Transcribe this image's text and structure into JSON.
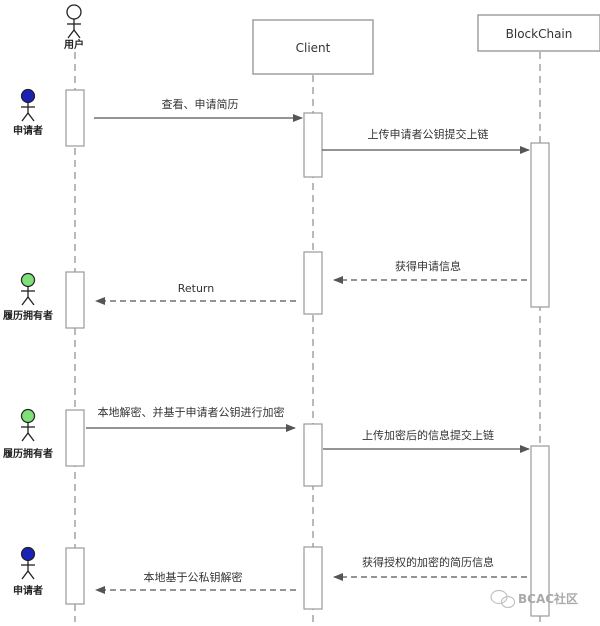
{
  "header": {
    "user_actor": "用户",
    "client": "Client",
    "blockchain": "BlockChain"
  },
  "actors": {
    "a1": "申请者",
    "a2": "履历拥有者",
    "a3": "履历拥有者",
    "a4": "申请者"
  },
  "colors": {
    "applicant": "#1a22b5",
    "owner": "#7fe07a",
    "user": "#ffffff"
  },
  "messages": {
    "m1": "查看、申请简历",
    "m2": "上传申请者公钥提交上链",
    "m3": "获得申请信息",
    "m4": "Return",
    "m5": "本地解密、并基于申请者公钥进行加密",
    "m6": "上传加密后的信息提交上链",
    "m7": "获得授权的加密的简历信息",
    "m8": "本地基于公私钥解密"
  },
  "watermark": "BCAC社区"
}
